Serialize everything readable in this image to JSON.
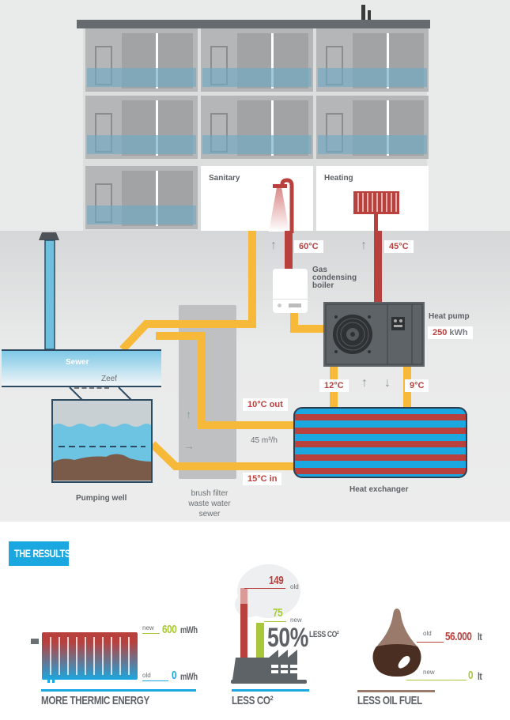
{
  "building": {
    "rooms": [
      {
        "label": "Sanitary"
      },
      {
        "label": "Heating"
      }
    ]
  },
  "temperatures": {
    "sanitary": "60°C",
    "heating": "45°C",
    "hp_supply": "12°C",
    "hp_return": "9°C",
    "out": "10°C out",
    "in": "15°C in"
  },
  "flow_rate": "45 m³/h",
  "components": {
    "boiler": [
      "Gas",
      "condensing",
      "boiler"
    ],
    "heat_pump": "Heat pump",
    "heat_pump_value": "250",
    "heat_pump_unit": "kWh",
    "sewer": "Sewer",
    "zeef": "Zeef",
    "pumping_well": "Pumping well",
    "brush_filter": [
      "brush filter",
      "waste water sewer"
    ],
    "heat_exchanger": "Heat exchanger"
  },
  "results": {
    "title": "THE RESULTS",
    "thermic": {
      "caption": "MORE THERMIC ENERGY",
      "new_label": "new",
      "new_value": "600",
      "new_unit": "mWh",
      "old_label": "old",
      "old_value": "0",
      "old_unit": "mWh"
    },
    "co2": {
      "caption": "LESS CO²",
      "old_value": "149",
      "old_label": "old",
      "new_value": "75",
      "new_label": "new",
      "percent": "50%",
      "percent_label": "LESS CO²"
    },
    "oil": {
      "caption": "LESS OIL FUEL",
      "old_label": "old",
      "old_value": "56.000",
      "old_unit": "lt",
      "new_label": "new",
      "new_value": "0",
      "new_unit": "lt"
    }
  },
  "colors": {
    "red": "#b8403d",
    "yellow_pipe": "#f7b93a",
    "blue": "#1ba8e0",
    "green": "#a8c83a",
    "grey_text": "#5d6166",
    "oil_brown": "#4a2e22"
  }
}
